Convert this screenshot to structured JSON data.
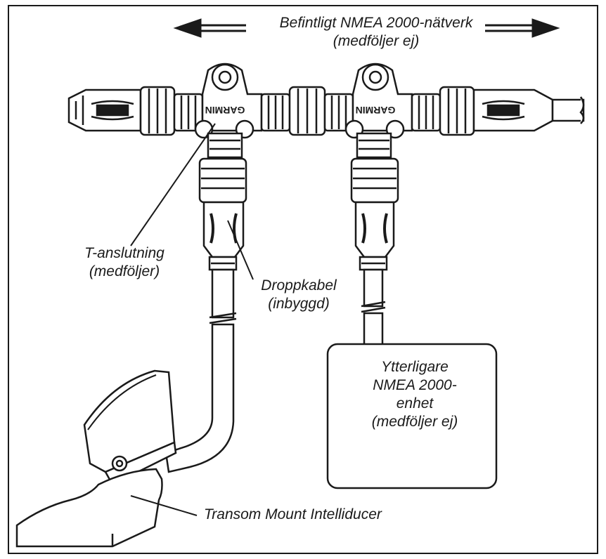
{
  "labels": {
    "network_line1": "Befintligt NMEA 2000-nätverk",
    "network_line2": "(medföljer ej)",
    "tee_line1": "T-anslutning",
    "tee_line2": "(medföljer)",
    "drop_line1": "Droppkabel",
    "drop_line2": "(inbyggd)",
    "device_line1": "Ytterligare",
    "device_line2": "NMEA 2000-",
    "device_line3": "enhet",
    "device_line4": "(medföljer ej)",
    "transducer": "Transom Mount Intelliducer"
  },
  "tee_brand": "GARMIN",
  "colors": {
    "stroke": "#1a1a1a",
    "fill": "#ffffff",
    "background": "#ffffff"
  }
}
